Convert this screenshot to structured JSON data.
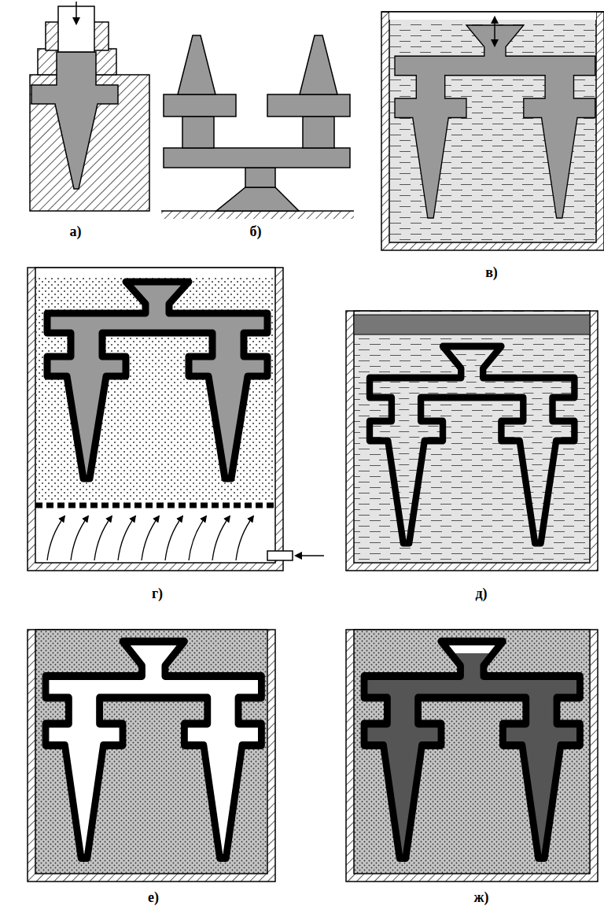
{
  "diagram": {
    "labels": [
      "а)",
      "б)",
      "в)",
      "г)",
      "д)",
      "е)",
      "ж)"
    ]
  }
}
